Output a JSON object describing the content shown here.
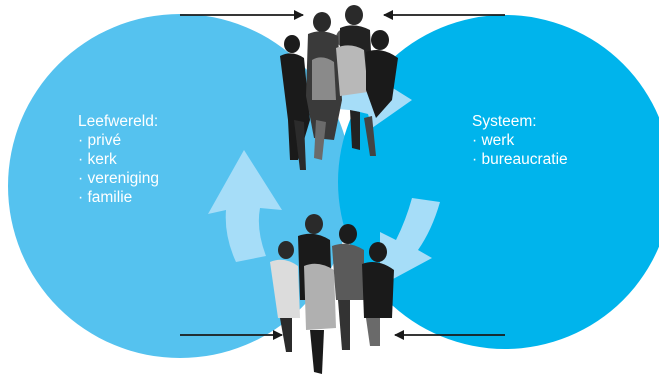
{
  "left_circle": {
    "title": "Leefwereld:",
    "items": [
      "privé",
      "kerk",
      "vereniging",
      "familie"
    ]
  },
  "right_circle": {
    "title": "Systeem:",
    "items": [
      "werk",
      "bureaucratie"
    ]
  },
  "icons": [
    "people-group-top-icon",
    "people-group-bottom-icon",
    "cycle-arrow-icon",
    "line-arrow-icon"
  ],
  "colors": {
    "left_circle": "#55c2ef",
    "right_circle": "#00b4ec",
    "cycle_arrow": "#a6ddf8",
    "line_arrows": "#1a1a1a"
  }
}
